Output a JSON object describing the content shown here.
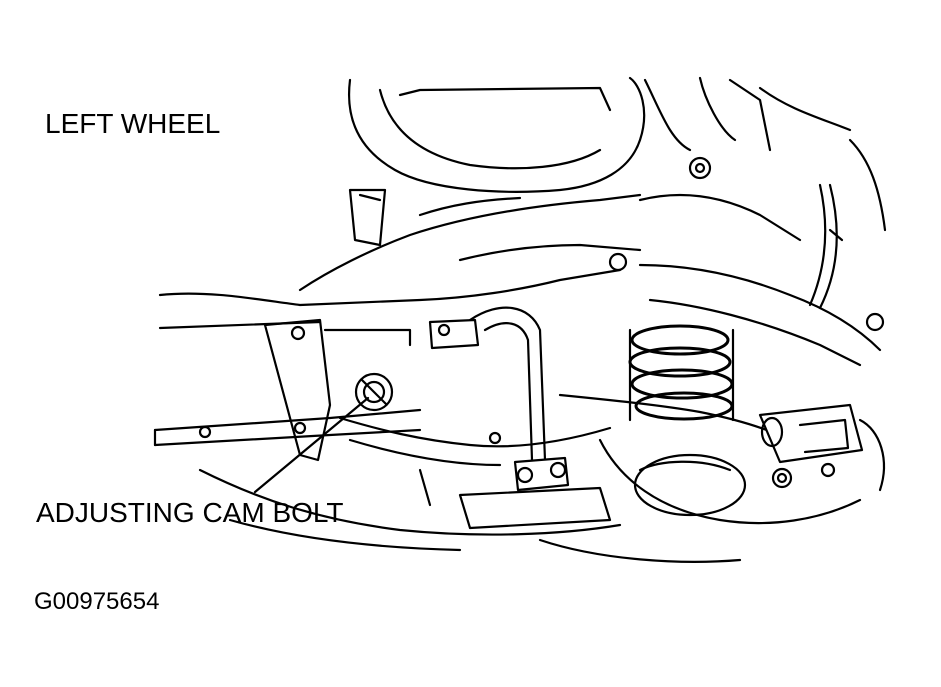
{
  "diagram": {
    "title": "LEFT WHEEL",
    "callout_label": "ADJUSTING CAM BOLT",
    "figure_id": "G00975654",
    "line_color": "#000000",
    "background_color": "#ffffff"
  }
}
